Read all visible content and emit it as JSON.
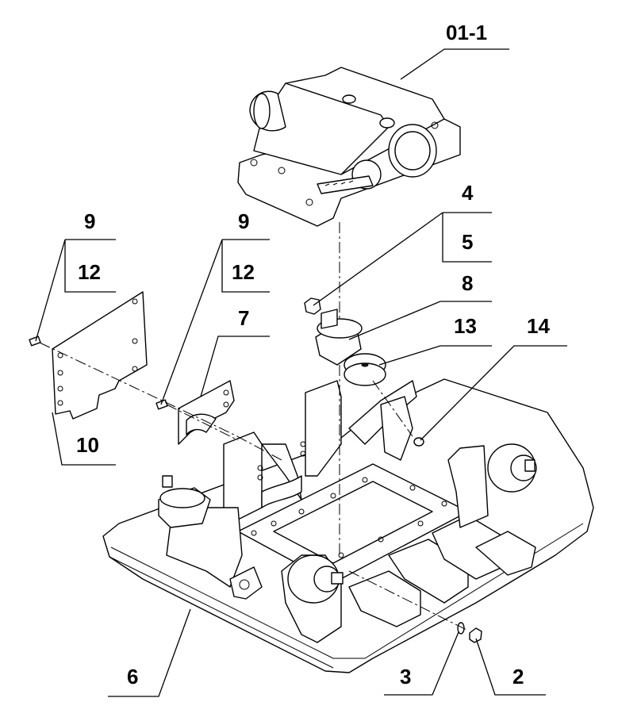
{
  "callouts": [
    {
      "id": "c-01-1",
      "text": "01-1"
    },
    {
      "id": "c-9a",
      "text": "9"
    },
    {
      "id": "c-12a",
      "text": "12"
    },
    {
      "id": "c-9b",
      "text": "9"
    },
    {
      "id": "c-12b",
      "text": "12"
    },
    {
      "id": "c-4",
      "text": "4"
    },
    {
      "id": "c-5",
      "text": "5"
    },
    {
      "id": "c-8",
      "text": "8"
    },
    {
      "id": "c-7",
      "text": "7"
    },
    {
      "id": "c-13",
      "text": "13"
    },
    {
      "id": "c-14",
      "text": "14"
    },
    {
      "id": "c-10",
      "text": "10"
    },
    {
      "id": "c-6",
      "text": "6"
    },
    {
      "id": "c-3",
      "text": "3"
    },
    {
      "id": "c-2",
      "text": "2"
    }
  ]
}
